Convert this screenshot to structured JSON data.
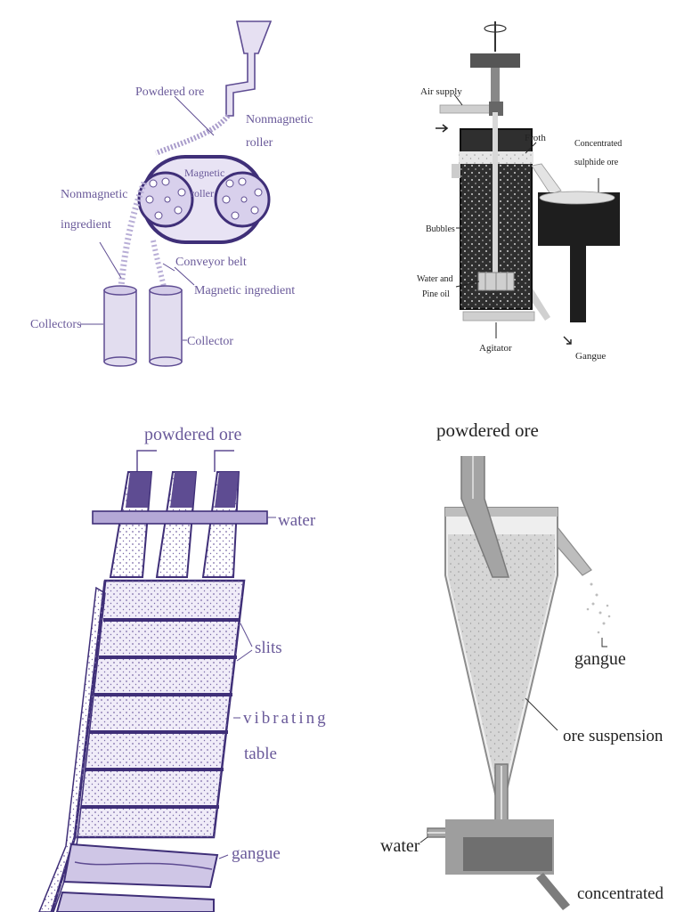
{
  "colors": {
    "purple_stroke": "#5e4c92",
    "purple_fill": "#cfc6e6",
    "purple_dark": "#3f2f78",
    "label_purple": "#6a5a9a",
    "dark": "#1e1e1e",
    "gray": "#bdbdbd",
    "light_gray": "#e4e4e4"
  },
  "magnetic_separation": {
    "powdered_ore": "Powdered ore",
    "nonmagnetic_roller_1": "Nonmagnetic",
    "nonmagnetic_roller_2": "roller",
    "magnetic_roller_1": "Magnetic",
    "magnetic_roller_2": "roller",
    "nonmagnetic_ingredient_1": "Nonmagnetic",
    "nonmagnetic_ingredient_2": "ingredient",
    "conveyor_belt": "Conveyor belt",
    "magnetic_ingredient": "Magnetic ingredient",
    "collectors": "Collectors",
    "collector": "Collector"
  },
  "froth_flotation": {
    "air_supply": "Air supply",
    "froth": "Froth",
    "concentrated_1": "Concentrated",
    "concentrated_2": "sulphide ore",
    "bubbles": "Bubbles",
    "water_pine_1": "Water and",
    "water_pine_2": "Pine oil",
    "agitator": "Agitator",
    "gangue": "Gangue"
  },
  "wilfley_table": {
    "powdered_ore": "powdered ore",
    "water": "water",
    "slits": "slits",
    "vibrating": "vibrating",
    "table": "table",
    "gangue": "gangue"
  },
  "hydraulic_classifier": {
    "powdered_ore": "powdered ore",
    "gangue": "gangue",
    "ore_suspension": "ore suspension",
    "water": "water",
    "concentrated": "concentrated"
  }
}
